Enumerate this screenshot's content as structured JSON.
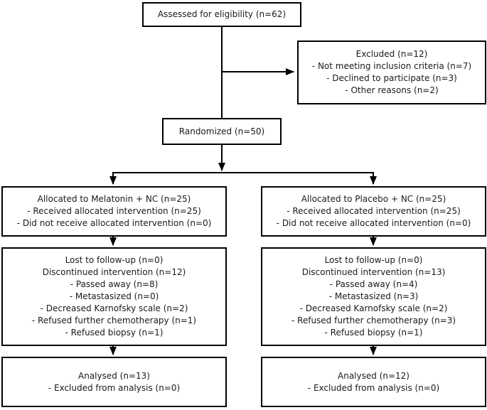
{
  "boxes": {
    "assessed": {
      "lines": [
        "Assessed for eligibility (n=62)"
      ]
    },
    "excluded": {
      "lines": [
        "Excluded (n=12)",
        "- Not meeting inclusion criteria (n=7)",
        "- Declined to participate (n=3)",
        "- Other reasons (n=2)"
      ]
    },
    "randomized": {
      "lines": [
        "Randomized (n=50)"
      ]
    },
    "allocation_melatonin": {
      "lines": [
        "Allocated to Melatonin + NC (n=25)",
        "- Received allocated intervention (n=25)",
        "- Did not receive allocated intervention (n=0)"
      ]
    },
    "allocation_placebo": {
      "lines": [
        "Allocated to Placebo + NC (n=25)",
        "- Received allocated intervention (n=25)",
        "- Did not receive allocated intervention (n=0)"
      ]
    },
    "followup_melatonin": {
      "lines": [
        "Lost to follow-up (n=0)",
        "Discontinued intervention (n=12)",
        "- Passed away (n=8)",
        "- Metastasized (n=0)",
        "- Decreased Karnofsky scale (n=2)",
        "- Refused further chemotherapy (n=1)",
        "- Refused biopsy (n=1)"
      ]
    },
    "followup_placebo": {
      "lines": [
        "Lost to follow-up (n=0)",
        "Discontinued intervention (n=13)",
        "- Passed away (n=4)",
        "- Metastasized (n=3)",
        "- Decreased Karnofsky scale (n=2)",
        "- Refused further chemotherapy (n=3)",
        "- Refused biopsy (n=1)"
      ]
    },
    "analysed_melatonin": {
      "lines": [
        "Analysed (n=13)",
        "- Excluded from analysis (n=0)"
      ]
    },
    "analysed_placebo": {
      "lines": [
        "Analysed (n=12)",
        "- Excluded from analysis (n=0)"
      ]
    }
  },
  "colors": {
    "border": "#000000",
    "text": "#1a1a1a",
    "background": "#ffffff"
  }
}
